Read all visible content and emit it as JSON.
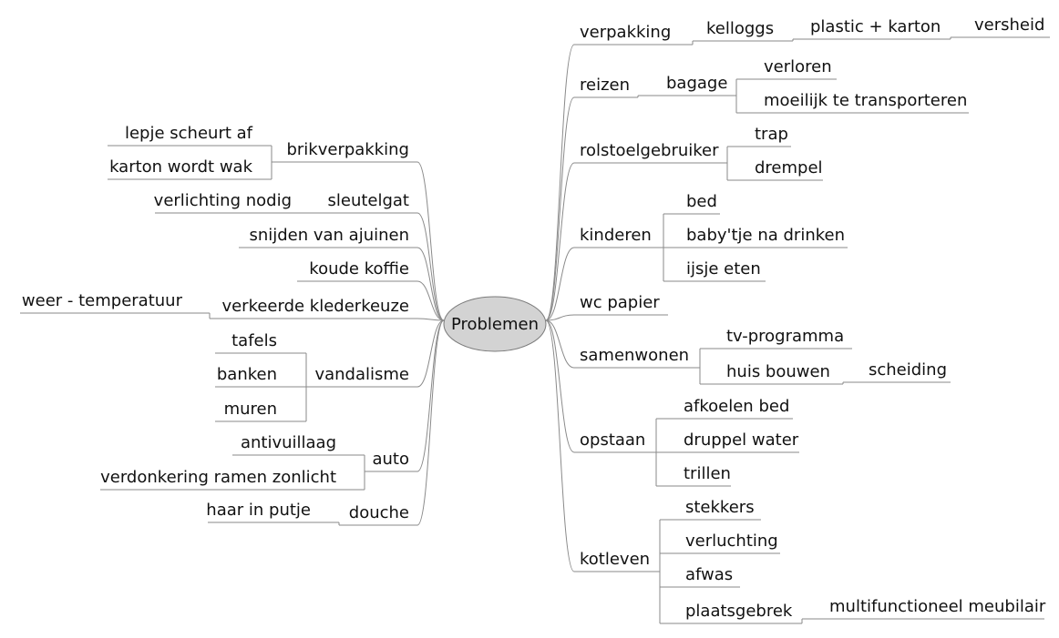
{
  "root": {
    "label": "Problemen"
  },
  "left": [
    {
      "label": "brikverpakking",
      "children": [
        {
          "label": "lepje scheurt af"
        },
        {
          "label": "karton wordt wak"
        }
      ]
    },
    {
      "label": "sleutelgat",
      "children": [
        {
          "label": "verlichting nodig"
        }
      ]
    },
    {
      "label": "snijden van ajuinen"
    },
    {
      "label": "koude koffie"
    },
    {
      "label": "verkeerde klederkeuze",
      "children": [
        {
          "label": "weer - temperatuur"
        }
      ]
    },
    {
      "label": "vandalisme",
      "children": [
        {
          "label": "tafels"
        },
        {
          "label": "banken"
        },
        {
          "label": "muren"
        }
      ]
    },
    {
      "label": "auto",
      "children": [
        {
          "label": "antivuillaag"
        },
        {
          "label": "verdonkering ramen zonlicht"
        }
      ]
    },
    {
      "label": "douche",
      "children": [
        {
          "label": "haar in putje"
        }
      ]
    }
  ],
  "right": [
    {
      "label": "verpakking",
      "children": [
        {
          "label": "kelloggs",
          "children": [
            {
              "label": "plastic + karton",
              "children": [
                {
                  "label": "versheid"
                }
              ]
            }
          ]
        }
      ]
    },
    {
      "label": "reizen",
      "children": [
        {
          "label": "bagage",
          "children": [
            {
              "label": "verloren"
            },
            {
              "label": "moeilijk te transporteren"
            }
          ]
        }
      ]
    },
    {
      "label": "rolstoelgebruiker",
      "children": [
        {
          "label": "trap"
        },
        {
          "label": "drempel"
        }
      ]
    },
    {
      "label": "kinderen",
      "children": [
        {
          "label": "bed"
        },
        {
          "label": "baby'tje na drinken"
        },
        {
          "label": "ijsje eten"
        }
      ]
    },
    {
      "label": "wc papier"
    },
    {
      "label": "samenwonen",
      "children": [
        {
          "label": "tv-programma"
        },
        {
          "label": "huis bouwen",
          "children": [
            {
              "label": "scheiding"
            }
          ]
        }
      ]
    },
    {
      "label": "opstaan",
      "children": [
        {
          "label": "afkoelen bed"
        },
        {
          "label": "druppel water"
        },
        {
          "label": "trillen"
        }
      ]
    },
    {
      "label": "kotleven",
      "children": [
        {
          "label": "stekkers"
        },
        {
          "label": "verluchting"
        },
        {
          "label": "afwas"
        },
        {
          "label": "plaatsgebrek",
          "children": [
            {
              "label": "multifunctioneel meubilair"
            }
          ]
        }
      ]
    }
  ]
}
